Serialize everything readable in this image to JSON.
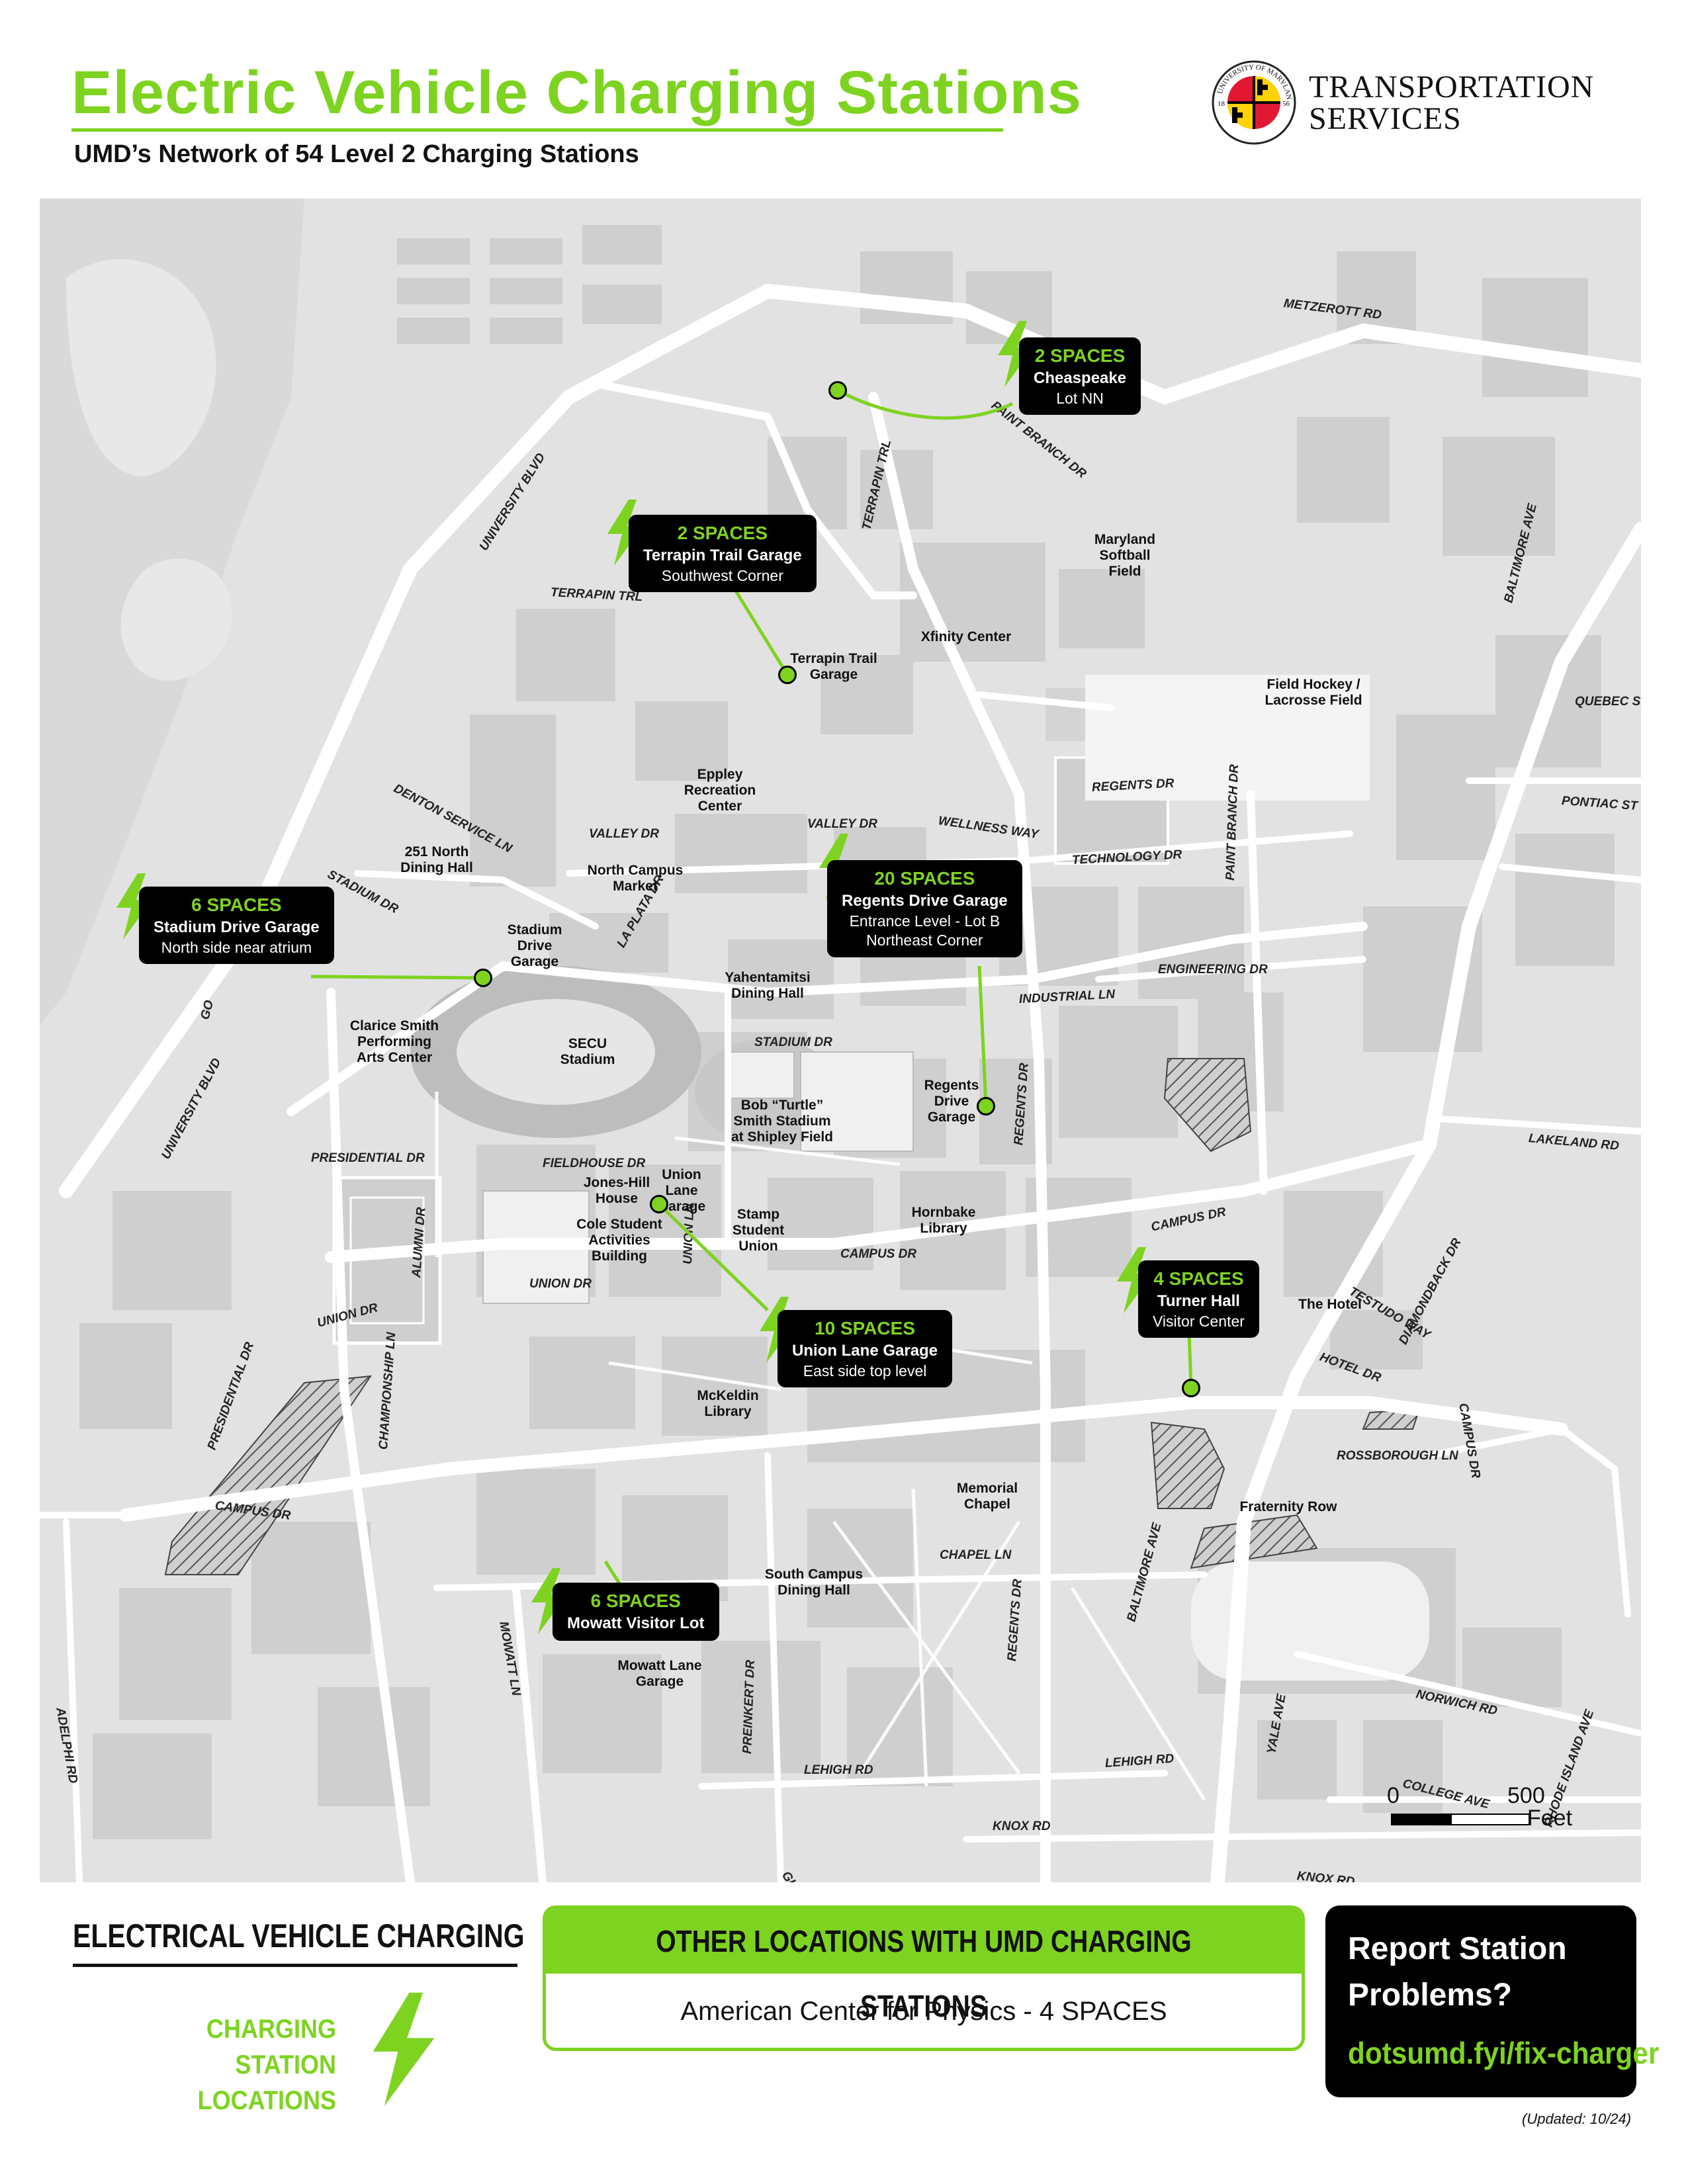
{
  "header": {
    "title": "Electric Vehicle Charging Stations",
    "subtitle": "UMD’s Network of 54 Level 2 Charging Stations",
    "logo": {
      "seal_text": "UNIVERSITY OF MARYLAND",
      "seal_year_left": "18",
      "seal_year_right": "56",
      "org_line1": "TRANSPORTATION",
      "org_line2": "SERVICES"
    }
  },
  "map": {
    "roads": [
      "METZEROTT RD",
      "PAINT BRANCH DR",
      "UNIVERSITY BLVD",
      "TERRAPIN TRL",
      "TERRAPIN TRL",
      "BALTIMORE AVE",
      "QUEBEC ST",
      "PONTIAC ST",
      "REGENTS DR",
      "PAINT BRANCH DR",
      "DENTON SERVICE LN",
      "VALLEY DR",
      "VALLEY DR",
      "WELLNESS WAY",
      "TECHNOLOGY DR",
      "STADIUM DR",
      "LA PLATA DR",
      "ENGINEERING DR",
      "INDUSTRIAL LN",
      "STADIUM DR",
      "REGENTS DR",
      "LAKELAND RD",
      "UNIVERSITY BLVD",
      "PRESIDENTIAL DR",
      "FIELDHOUSE DR",
      "ALUMNI DR",
      "UNION LN",
      "CAMPUS DR",
      "CAMPUS DR",
      "UNION DR",
      "UNION DR",
      "TESTUDO WAY",
      "DIAMONDBACK DR",
      "HOTEL DR",
      "CAMPUS DR",
      "PRESIDENTIAL DR",
      "CHAMPIONSHIP LN",
      "ROSSBOROUGH LN",
      "CAMPUS DR",
      "CHAPEL LN",
      "REGENTS DR",
      "BALTIMORE AVE",
      "MOWATT LN",
      "ADELPHI RD",
      "PREINKERT DR",
      "YALE AVE",
      "NORWICH RD",
      "LEHIGH RD",
      "LEHIGH RD",
      "COLLEGE AVE",
      "RHODE ISLAND AVE",
      "KNOX RD",
      "KNOX RD",
      "GUILFORD DR",
      "GO"
    ],
    "places": [
      "Maryland Softball Field",
      "Xfinity Center",
      "Terrapin Trail Garage",
      "Field Hockey / Lacrosse Field",
      "Eppley Recreation Center",
      "251 North Dining Hall",
      "North Campus Market",
      "Stadium Drive Garage",
      "Yahentamitsi Dining Hall",
      "Clarice Smith Performing Arts Center",
      "SECU Stadium",
      "Bob “Turtle” Smith Stadium at Shipley Field",
      "Regents Drive Garage",
      "Jones-Hill House",
      "Union Lane Garage",
      "Stamp Student Union",
      "Cole Student Activities Building",
      "Hornbake Library",
      "The Hotel",
      "McKeldin Library",
      "Memorial Chapel",
      "Fraternity Row",
      "South Campus Dining Hall",
      "Mowatt Lane Garage"
    ],
    "stations": [
      {
        "spaces": "2 SPACES",
        "name": "Cheaspeake",
        "detail": "Lot NN"
      },
      {
        "spaces": "2 SPACES",
        "name": "Terrapin Trail Garage",
        "detail": "Southwest Corner"
      },
      {
        "spaces": "6 SPACES",
        "name": "Stadium Drive Garage",
        "detail": "North side near atrium"
      },
      {
        "spaces": "20 SPACES",
        "name": "Regents Drive Garage",
        "detail": "Entrance Level - Lot B",
        "detail2": "Northeast Corner"
      },
      {
        "spaces": "10 SPACES",
        "name": "Union Lane Garage",
        "detail": "East side top level"
      },
      {
        "spaces": "4 SPACES",
        "name": "Turner Hall",
        "detail": "Visitor Center"
      },
      {
        "spaces": "6 SPACES",
        "name": "Mowatt Visitor Lot",
        "detail": ""
      }
    ],
    "scale": {
      "start": "0",
      "end": "500",
      "unit": "Feet"
    }
  },
  "legend": {
    "title": "ELECTRICAL VEHICLE CHARGING",
    "label_line1": "CHARGING STATION",
    "label_line2": "LOCATIONS"
  },
  "other_locations": {
    "heading": "OTHER LOCATIONS WITH UMD CHARGING STATIONS",
    "item": "American Center for Physics - 4 SPACES"
  },
  "report": {
    "line1": "Report Station",
    "line2": "Problems?",
    "url": "dotsumd.fyi/fix-charger"
  },
  "updated": "(Updated: 10/24)",
  "colors": {
    "accent_green": "#7ed321",
    "callout_bg": "#000000",
    "map_bg": "#e2e2e2",
    "road": "#ffffff"
  }
}
